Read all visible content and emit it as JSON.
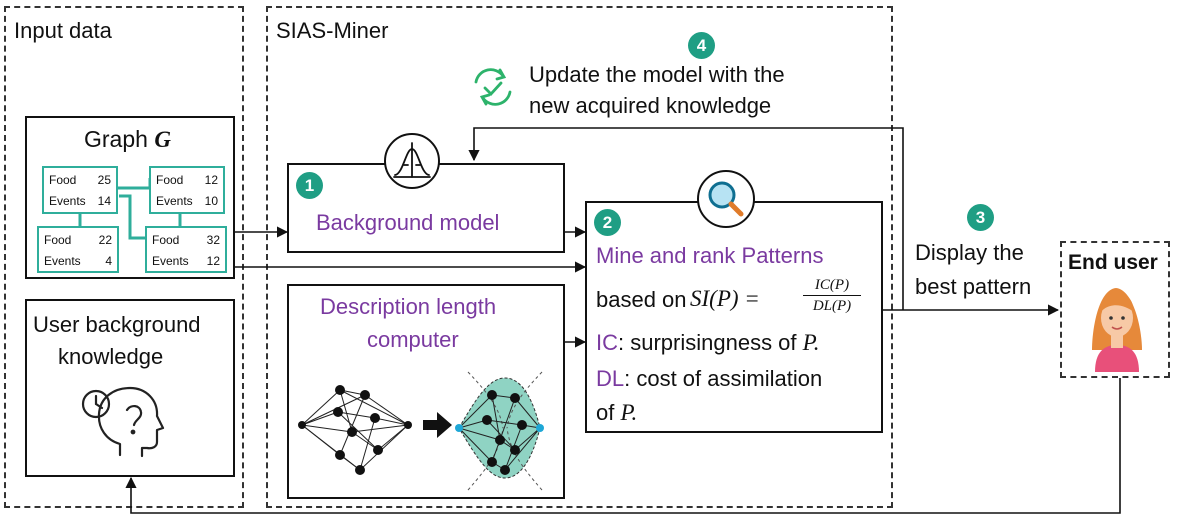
{
  "panels": {
    "input_data_title": "Input data",
    "sias_miner_title": "SIAS-Miner"
  },
  "graph": {
    "title_prefix": "Graph ",
    "title_symbol": "G",
    "nodes": [
      {
        "food_label": "Food",
        "food_value": "25",
        "events_label": "Events",
        "events_value": "14"
      },
      {
        "food_label": "Food",
        "food_value": "12",
        "events_label": "Events",
        "events_value": "10"
      },
      {
        "food_label": "Food",
        "food_value": "22",
        "events_label": "Events",
        "events_value": "4"
      },
      {
        "food_label": "Food",
        "food_value": "32",
        "events_label": "Events",
        "events_value": "12"
      }
    ]
  },
  "user_knowledge": {
    "line1": "User background",
    "line2": "knowledge"
  },
  "steps": {
    "s1": "1",
    "s2": "2",
    "s3": "3",
    "s4": "4"
  },
  "background_model": {
    "label": "Background model"
  },
  "description_length": {
    "line1": "Description length",
    "line2": "computer"
  },
  "mine": {
    "title": "Mine and rank Patterns",
    "based_on": "based on ",
    "formula_lhs": "SI(P) = ",
    "formula_num": "IC(P)",
    "formula_den": "DL(P)",
    "ic_key": "IC",
    "ic_text": ": surprisingness of ",
    "ic_sym": "P.",
    "dl_key": "DL",
    "dl_text": ": cost of assimilation",
    "of_text": "of ",
    "of_sym": "P."
  },
  "update": {
    "line1": "Update the model with the",
    "line2": "new acquired knowledge"
  },
  "display": {
    "line1": "Display the",
    "line2": "best pattern"
  },
  "end_user": {
    "label": "End user"
  },
  "colors": {
    "purple": "#7a3aa0",
    "teal": "#1f9e84",
    "graph_teal": "#2fae9b",
    "cluster_fill": "#8fd3c3",
    "refresh_green": "#2db36b",
    "skin": "#f7c9a6",
    "hair": "#e6893a",
    "shirt": "#e8507a"
  },
  "icons": [
    "bell-curve-icon",
    "magnifier-icon",
    "refresh-check-icon",
    "head-clock-icon",
    "woman-avatar-icon",
    "arrow-right-icon"
  ]
}
